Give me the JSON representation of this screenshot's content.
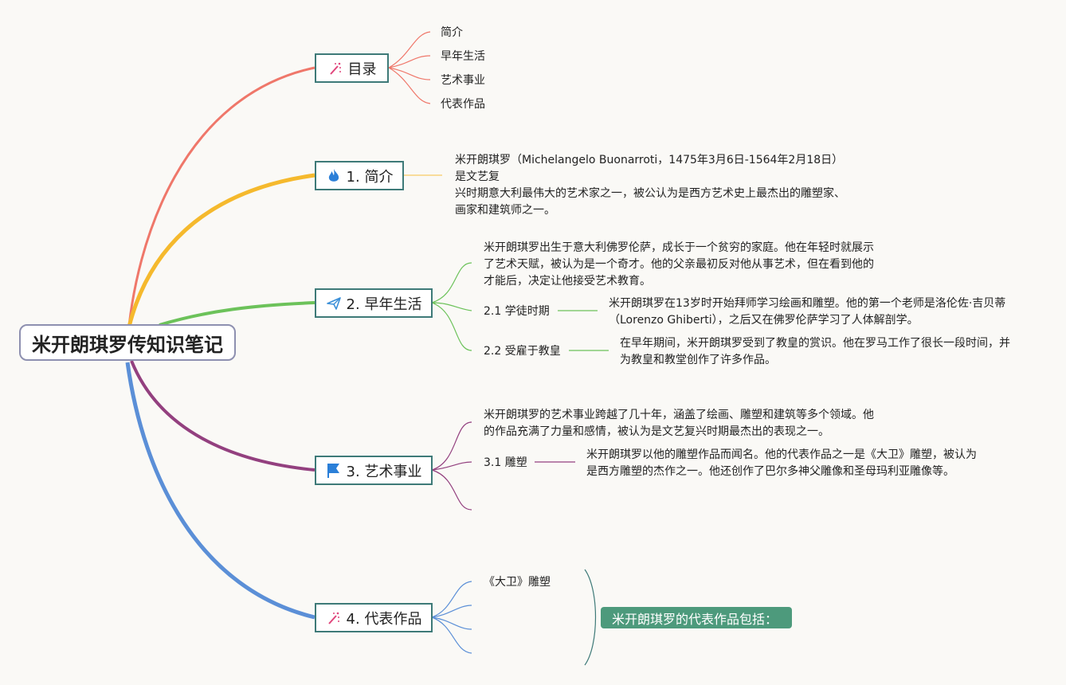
{
  "root": {
    "title": "米开朗琪罗传知识笔记"
  },
  "toc": {
    "label": "目录",
    "icon": "wand-icon",
    "items": [
      "简介",
      "早年生活",
      "艺术事业",
      "代表作品"
    ]
  },
  "intro": {
    "label": "1. 简介",
    "icon": "fire-icon",
    "text": [
      "米开朗琪罗（Michelangelo Buonarroti，1475年3月6日-1564年2月18日）是文艺复",
      "兴时期意大利最伟大的艺术家之一，被公认为是西方艺术史上最杰出的雕塑家、",
      "画家和建筑师之一。"
    ]
  },
  "early": {
    "label": "2. 早年生活",
    "icon": "paper-plane-icon",
    "text": [
      "米开朗琪罗出生于意大利佛罗伦萨，成长于一个贫穷的家庭。他在年轻时就展示",
      "了艺术天赋，被认为是一个奇才。他的父亲最初反对他从事艺术，但在看到他的",
      "才能后，决定让他接受艺术教育。"
    ],
    "sub1": {
      "label": "2.1 学徒时期",
      "text": [
        "米开朗琪罗在13岁时开始拜师学习绘画和雕塑。他的第一个老师是洛伦佐·吉贝蒂",
        "（Lorenzo Ghiberti），之后又在佛罗伦萨学习了人体解剖学。"
      ]
    },
    "sub2": {
      "label": "2.2 受雇于教皇",
      "text": [
        "在早年期间，米开朗琪罗受到了教皇的赏识。他在罗马工作了很长一段时间，并",
        "为教皇和教堂创作了许多作品。"
      ]
    }
  },
  "career": {
    "label": "3. 艺术事业",
    "icon": "flag-icon",
    "text": [
      "米开朗琪罗的艺术事业跨越了几十年，涵盖了绘画、雕塑和建筑等多个领域。他",
      "的作品充满了力量和感情，被认为是文艺复兴时期最杰出的表现之一。"
    ],
    "sub1": {
      "label": "3.1 雕塑",
      "text": [
        "米开朗琪罗以他的雕塑作品而闻名。他的代表作品之一是《大卫》雕塑，被认为",
        "是西方雕塑的杰作之一。他还创作了巴尔多神父雕像和圣母玛利亚雕像等。"
      ]
    }
  },
  "works": {
    "label": "4. 代表作品",
    "icon": "wand-icon",
    "items": [
      "《大卫》雕塑"
    ],
    "summary": "米开朗琪罗的代表作品包括："
  },
  "colors": {
    "red": "#ef776a",
    "yellow": "#f5b92d",
    "green": "#6cc25a",
    "purple": "#93407f",
    "blue": "#5b8fd7"
  }
}
